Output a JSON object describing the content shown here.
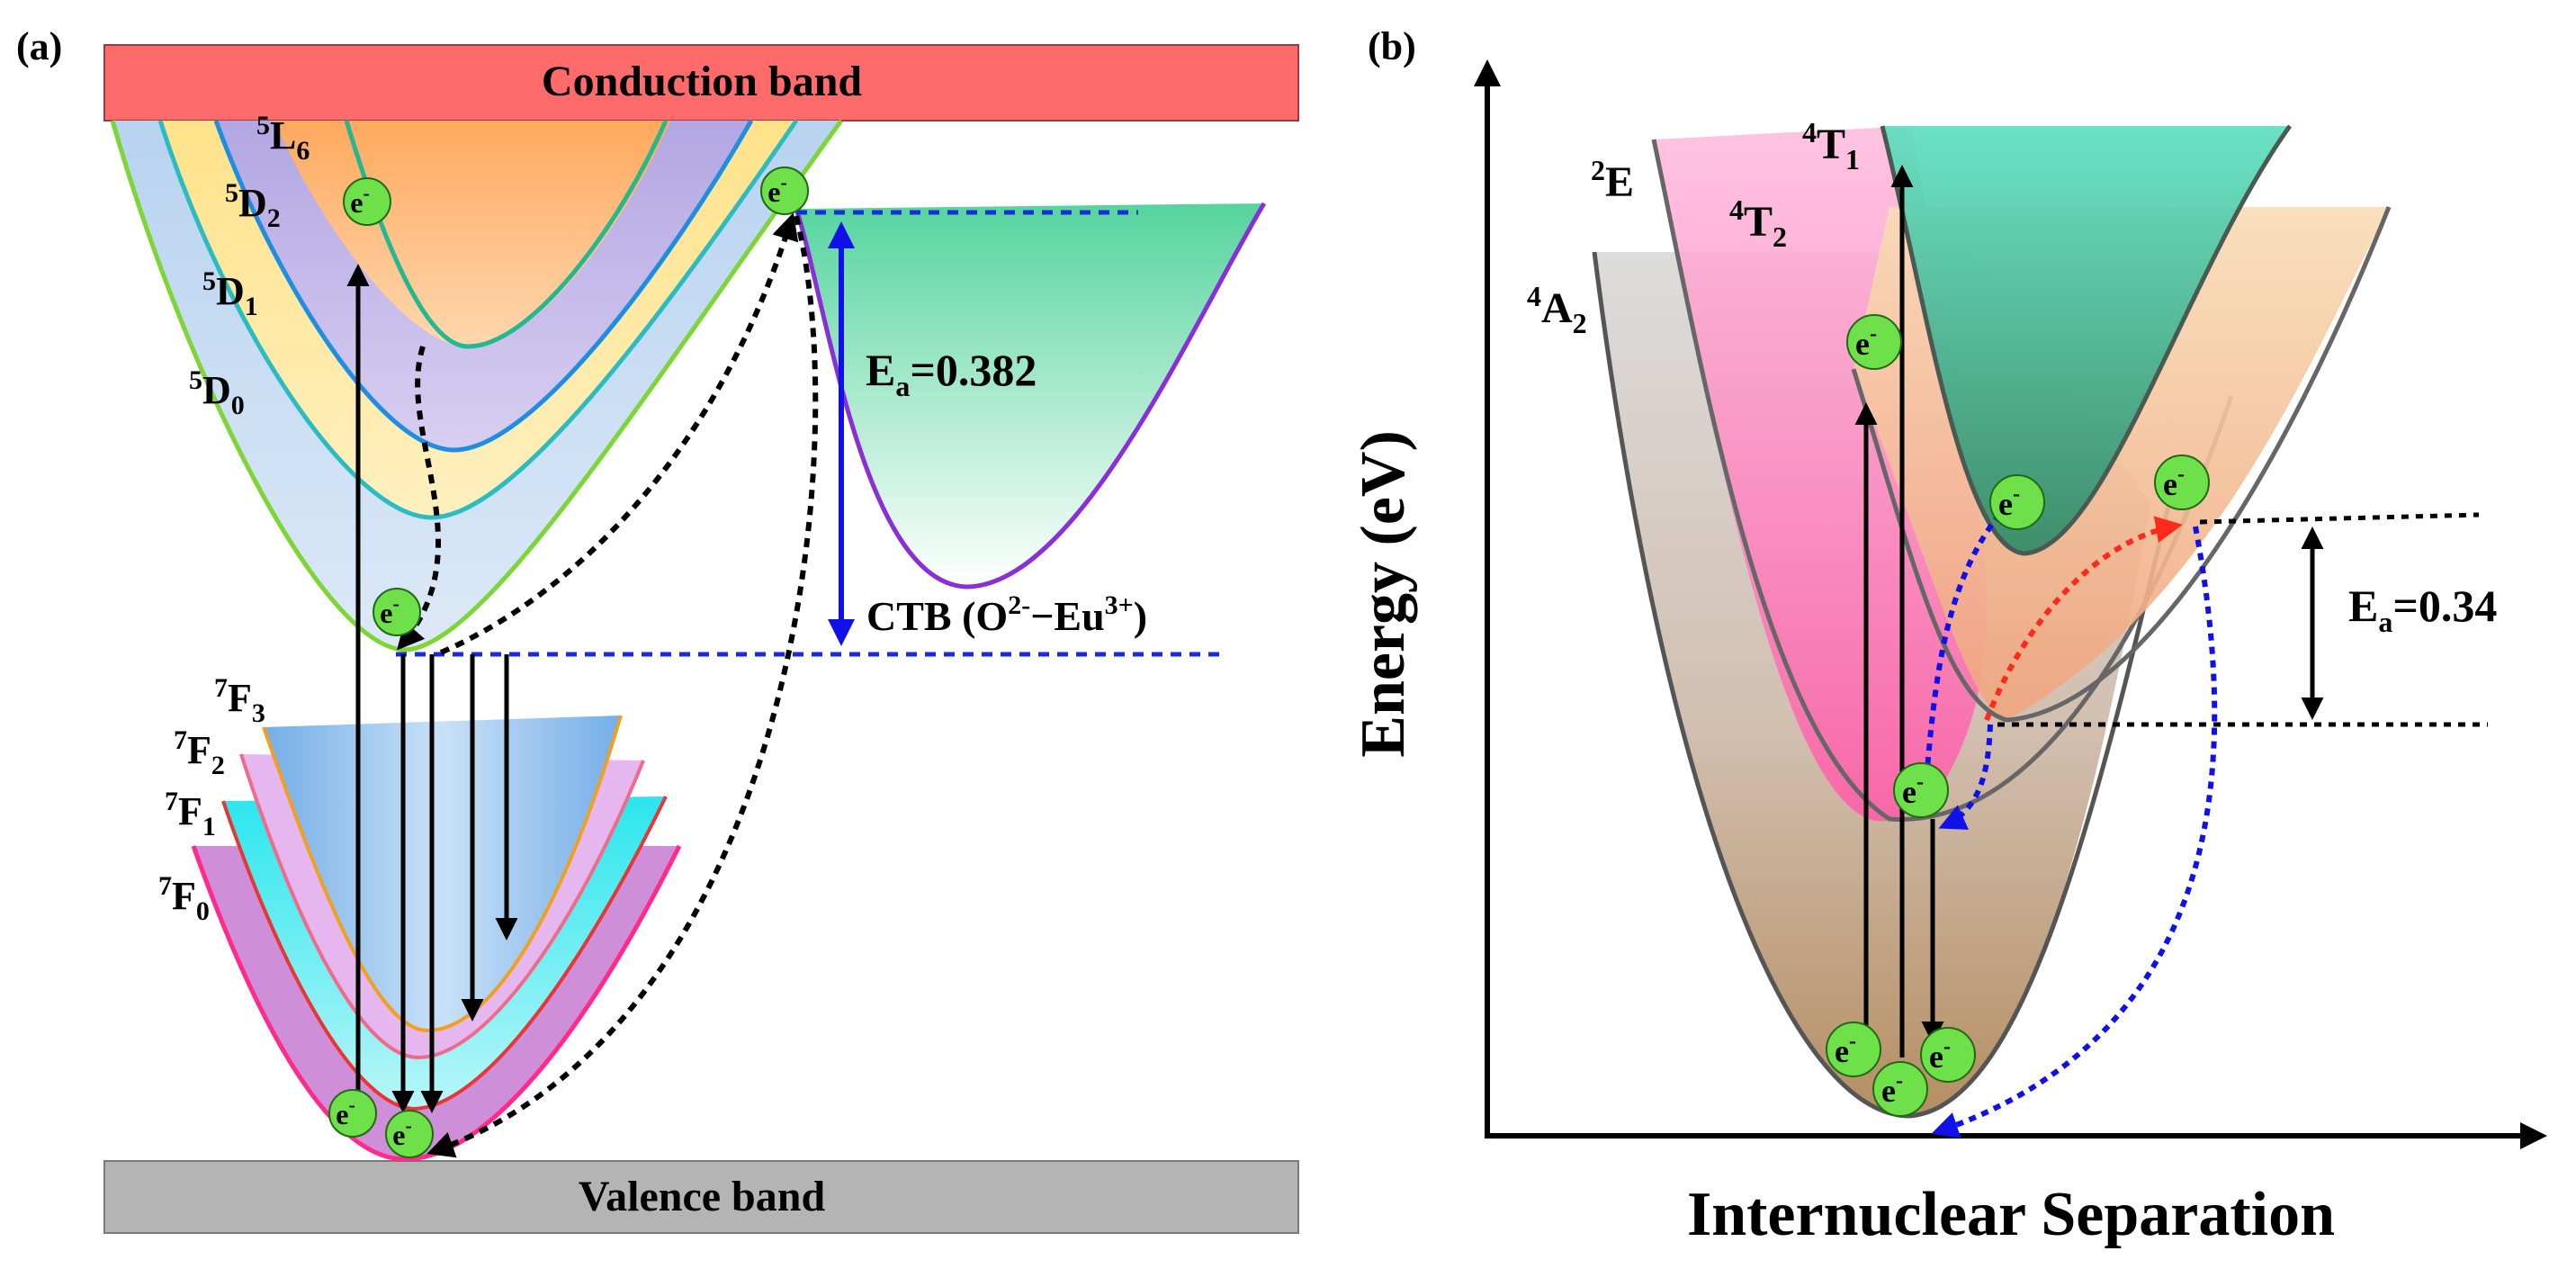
{
  "panel_a": {
    "panel_label": "(a)",
    "conduction_band": "Conduction band",
    "valence_band": "Valence band",
    "excited_states": [
      {
        "sup": "5",
        "term": "L",
        "sub": "6"
      },
      {
        "sup": "5",
        "term": "D",
        "sub": "2"
      },
      {
        "sup": "5",
        "term": "D",
        "sub": "1"
      },
      {
        "sup": "5",
        "term": "D",
        "sub": "0"
      }
    ],
    "ground_states": [
      {
        "sup": "7",
        "term": "F",
        "sub": "3"
      },
      {
        "sup": "7",
        "term": "F",
        "sub": "2"
      },
      {
        "sup": "7",
        "term": "F",
        "sub": "1"
      },
      {
        "sup": "7",
        "term": "F",
        "sub": "0"
      }
    ],
    "activation": {
      "E": "E",
      "sub": "a",
      "value": "=0.382"
    },
    "ctb": {
      "prefix": "CTB (O",
      "o_charge": "2-",
      "mid": "−Eu",
      "eu_charge": "3+",
      "suffix": ")"
    },
    "electron": {
      "base": "e",
      "sup": "-"
    }
  },
  "panel_b": {
    "panel_label": "(b)",
    "y_axis_label": "Energy (eV)",
    "x_axis_label": "Internuclear Separation",
    "states": [
      {
        "sup": "2",
        "term": "E"
      },
      {
        "sup": "4",
        "term": "T",
        "sub": "1"
      },
      {
        "sup": "4",
        "term": "T",
        "sub": "2"
      },
      {
        "sup": "4",
        "term": "A",
        "sub": "2"
      }
    ],
    "activation": {
      "E": "E",
      "sub": "a",
      "value": "=0.34"
    },
    "electron": {
      "base": "e",
      "sup": "-"
    }
  },
  "colors": {
    "conduction_band": "#ff6b6b",
    "valence_band": "#b4b4b4",
    "electron": "#6ee04a",
    "dashed_blue": "#1a2bd8",
    "activation_arrow": "#1010e8",
    "red_dash": "#ff2a1a"
  }
}
